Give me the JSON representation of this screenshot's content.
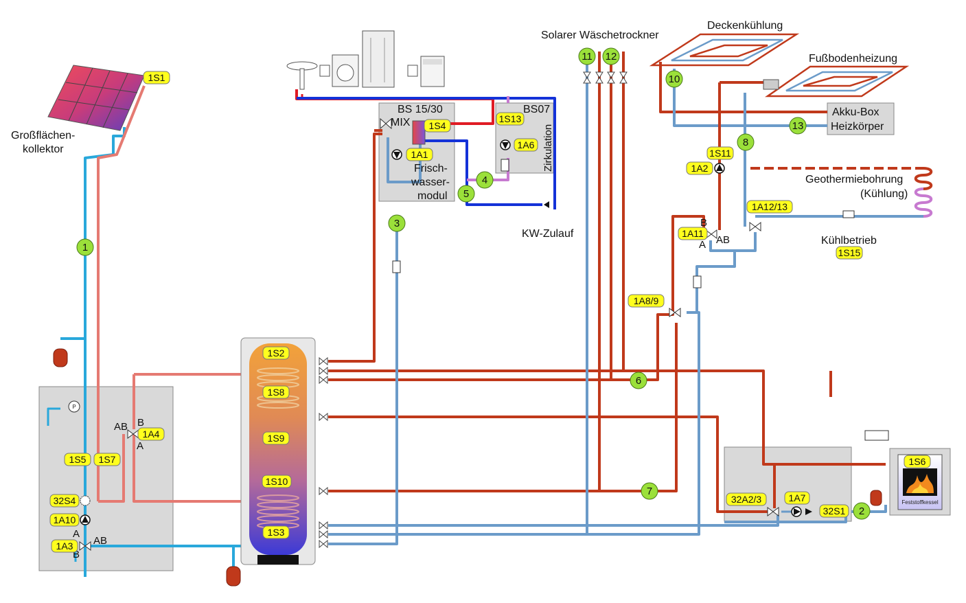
{
  "labels": {
    "collector": "Großflächen-",
    "collector2": "kollektor",
    "dryer": "Solarer Wäschetrockner",
    "ceiling": "Deckenkühlung",
    "floor": "Fußbodenheizung",
    "akku1": "Akku-Box",
    "akku2": "Heizkörper",
    "geo1": "Geothermiebohrung",
    "geo2": "(Kühlung)",
    "cooling": "Kühlbetrieb",
    "kw": "KW-Zulauf",
    "bs1530": "BS 15/30",
    "mix": "MIX",
    "bs07": "BS07",
    "zirk": "Zirkulation",
    "fw1": "Frisch-",
    "fw2": "wasser-",
    "fw3": "modul",
    "boiler": "Feststoffkessel",
    "valve_a": "A",
    "valve_b": "B",
    "valve_ab": "AB",
    "pump_p": "P"
  },
  "tags": {
    "t1S1": "1S1",
    "t1S2": "1S2",
    "t1S8": "1S8",
    "t1S9": "1S9",
    "t1S10": "1S10",
    "t1S3": "1S3",
    "t1S4": "1S4",
    "t1A1": "1A1",
    "t1S13": "1S13",
    "t1A6": "1A6",
    "t1S11": "1S11",
    "t1A2": "1A2",
    "t1A11": "1A11",
    "t1A12": "1A12/13",
    "t1S15": "1S15",
    "t1A89": "1A8/9",
    "t1A4": "1A4",
    "t1S5": "1S5",
    "t1S7": "1S7",
    "t32S4": "32S4",
    "t1A10": "1A10",
    "t1A3": "1A3",
    "t32A2": "32A2/3",
    "t1A7": "1A7",
    "t32S1": "32S1",
    "t1S6": "1S6"
  },
  "circles": {
    "c1": "1",
    "c2": "2",
    "c3": "3",
    "c4": "4",
    "c5": "5",
    "c6": "6",
    "c7": "7",
    "c8": "8",
    "c10": "10",
    "c11": "11",
    "c12": "12",
    "c13": "13"
  },
  "colors": {
    "hot": "#c0391b",
    "warm": "#e57a72",
    "cold": "#6b9bc9",
    "solar": "#29a8db",
    "water_cold": "#1432d8",
    "water_hot": "#e01b24",
    "tag": "#ffff1e",
    "circle": "#9be03a",
    "box": "#d9d9d9"
  },
  "icons": [
    "solar-collector-icon",
    "expansion-vessel-icon",
    "pump-icon",
    "three-way-valve-icon",
    "check-valve-icon",
    "shower-icon",
    "washing-machine-icon",
    "sink-icon",
    "dishwasher-icon",
    "fire-icon",
    "pressure-gauge-icon",
    "heat-exchanger-icon"
  ]
}
